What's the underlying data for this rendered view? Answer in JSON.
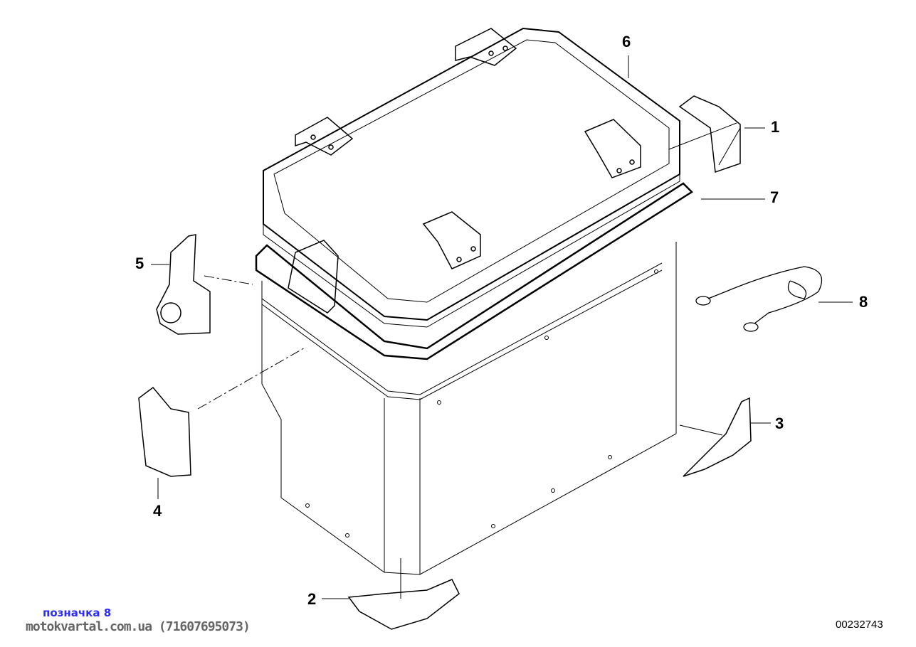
{
  "callouts": [
    "1",
    "2",
    "3",
    "4",
    "5",
    "6",
    "7",
    "8"
  ],
  "footer": {
    "label": "позначка 8",
    "source": "motokvartal.com.ua (71607695073)",
    "diagram_number": "00232743"
  }
}
